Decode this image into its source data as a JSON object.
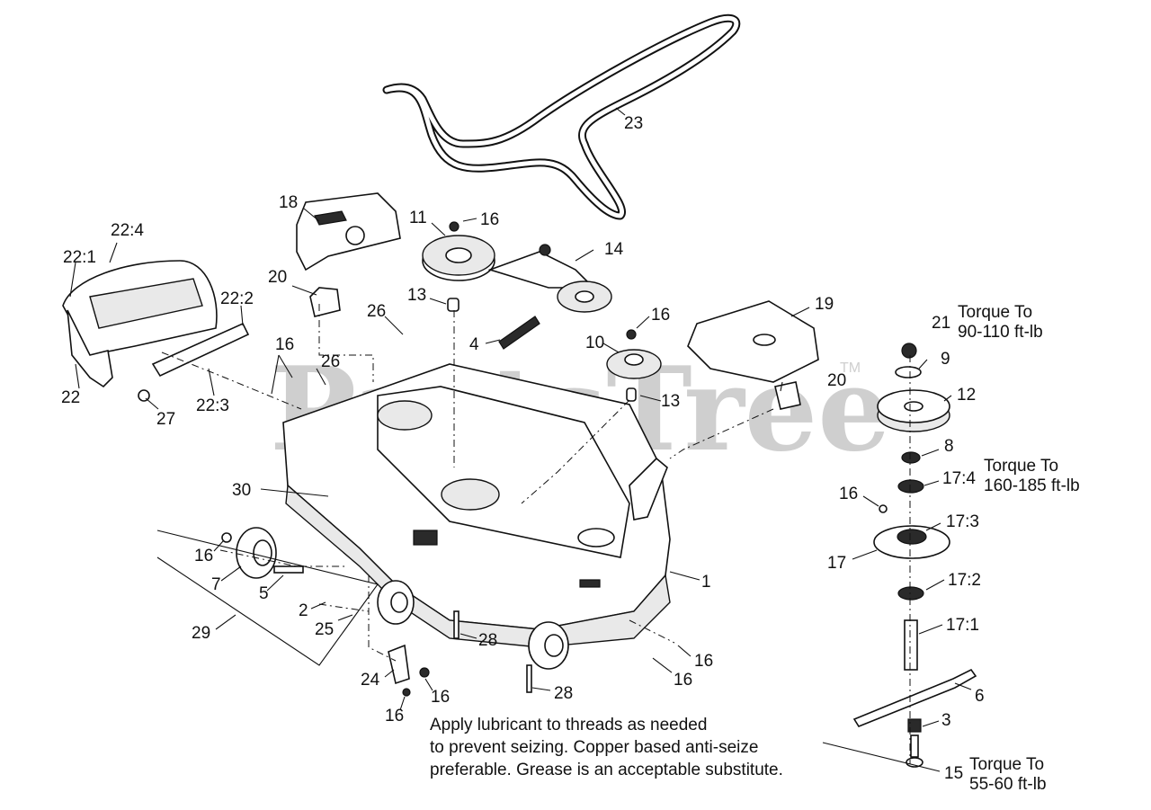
{
  "watermark": {
    "text": "PartsTree",
    "tm": "TM"
  },
  "callouts": [
    {
      "id": "c-23",
      "text": "23"
    },
    {
      "id": "c-18",
      "text": "18"
    },
    {
      "id": "c-11",
      "text": "11"
    },
    {
      "id": "c-16a",
      "text": "16"
    },
    {
      "id": "c-14",
      "text": "14"
    },
    {
      "id": "c-22-4",
      "text": "22:4"
    },
    {
      "id": "c-22-1",
      "text": "22:1"
    },
    {
      "id": "c-20a",
      "text": "20"
    },
    {
      "id": "c-22-2",
      "text": "22:2"
    },
    {
      "id": "c-13a",
      "text": "13"
    },
    {
      "id": "c-26a",
      "text": "26"
    },
    {
      "id": "c-16b",
      "text": "16"
    },
    {
      "id": "c-4",
      "text": "4"
    },
    {
      "id": "c-19",
      "text": "19"
    },
    {
      "id": "c-21",
      "text": "21"
    },
    {
      "id": "c-10",
      "text": "10"
    },
    {
      "id": "c-16c",
      "text": "16"
    },
    {
      "id": "c-26b",
      "text": "26"
    },
    {
      "id": "c-9",
      "text": "9"
    },
    {
      "id": "c-20b",
      "text": "20"
    },
    {
      "id": "c-13b",
      "text": "13"
    },
    {
      "id": "c-22",
      "text": "22"
    },
    {
      "id": "c-27",
      "text": "27"
    },
    {
      "id": "c-22-3",
      "text": "22:3"
    },
    {
      "id": "c-12",
      "text": "12"
    },
    {
      "id": "c-8",
      "text": "8"
    },
    {
      "id": "c-17-4",
      "text": "17:4"
    },
    {
      "id": "c-30",
      "text": "30"
    },
    {
      "id": "c-16d",
      "text": "16"
    },
    {
      "id": "c-17-3",
      "text": "17:3"
    },
    {
      "id": "c-17",
      "text": "17"
    },
    {
      "id": "c-16e",
      "text": "16"
    },
    {
      "id": "c-7",
      "text": "7"
    },
    {
      "id": "c-5",
      "text": "5"
    },
    {
      "id": "c-1",
      "text": "1"
    },
    {
      "id": "c-17-2",
      "text": "17:2"
    },
    {
      "id": "c-2",
      "text": "2"
    },
    {
      "id": "c-25",
      "text": "25"
    },
    {
      "id": "c-29",
      "text": "29"
    },
    {
      "id": "c-17-1",
      "text": "17:1"
    },
    {
      "id": "c-28a",
      "text": "28"
    },
    {
      "id": "c-16f",
      "text": "16"
    },
    {
      "id": "c-24",
      "text": "24"
    },
    {
      "id": "c-16g",
      "text": "16"
    },
    {
      "id": "c-16h",
      "text": "16"
    },
    {
      "id": "c-6",
      "text": "6"
    },
    {
      "id": "c-28b",
      "text": "28"
    },
    {
      "id": "c-16i",
      "text": "16"
    },
    {
      "id": "c-3",
      "text": "3"
    },
    {
      "id": "c-15",
      "text": "15"
    }
  ],
  "torque_notes": {
    "t1": {
      "line1": "Torque To",
      "line2": "90-110 ft-lb"
    },
    "t2": {
      "line1": "Torque To",
      "line2": "160-185 ft-lb"
    },
    "t3": {
      "line1": "Torque To",
      "line2": "55-60 ft-lb"
    }
  },
  "note": {
    "line1": "Apply lubricant to threads as needed",
    "line2": "to prevent seizing. Copper based anti-seize",
    "line3": "preferable. Grease is an acceptable substitute."
  }
}
